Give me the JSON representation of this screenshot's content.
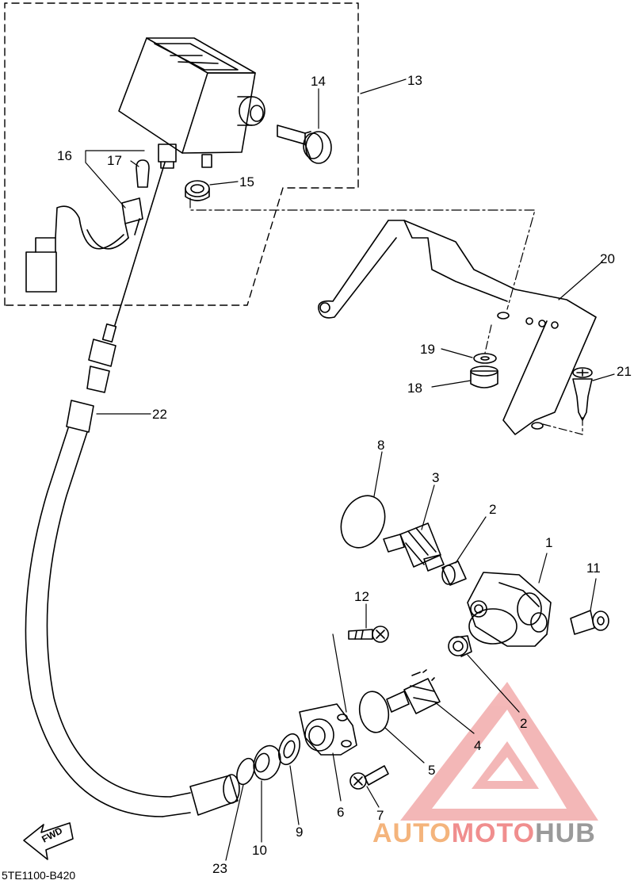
{
  "diagram": {
    "callouts": [
      {
        "id": "c1",
        "text": "1"
      },
      {
        "id": "c2a",
        "text": "2"
      },
      {
        "id": "c2b",
        "text": "2"
      },
      {
        "id": "c3",
        "text": "3"
      },
      {
        "id": "c4",
        "text": "4"
      },
      {
        "id": "c5",
        "text": "5"
      },
      {
        "id": "c6",
        "text": "6"
      },
      {
        "id": "c7",
        "text": "7"
      },
      {
        "id": "c8",
        "text": "8"
      },
      {
        "id": "c9",
        "text": "9"
      },
      {
        "id": "c10",
        "text": "10"
      },
      {
        "id": "c11",
        "text": "11"
      },
      {
        "id": "c12",
        "text": "12"
      },
      {
        "id": "c13",
        "text": "13"
      },
      {
        "id": "c14",
        "text": "14"
      },
      {
        "id": "c15",
        "text": "15"
      },
      {
        "id": "c16",
        "text": "16"
      },
      {
        "id": "c17",
        "text": "17"
      },
      {
        "id": "c18",
        "text": "18"
      },
      {
        "id": "c19",
        "text": "19"
      },
      {
        "id": "c20",
        "text": "20"
      },
      {
        "id": "c21",
        "text": "21"
      },
      {
        "id": "c22",
        "text": "22"
      },
      {
        "id": "c23",
        "text": "23"
      }
    ],
    "fwd_label": "FWD",
    "drawing_code": "5TE1100-B420"
  },
  "watermark": {
    "brand_part1": "AUTO",
    "brand_part2": "MOTO",
    "brand_part3": "HUB",
    "color_part1": "#f4b47c",
    "color_part2": "#f08e8e",
    "color_part3": "#9a9a9a"
  }
}
